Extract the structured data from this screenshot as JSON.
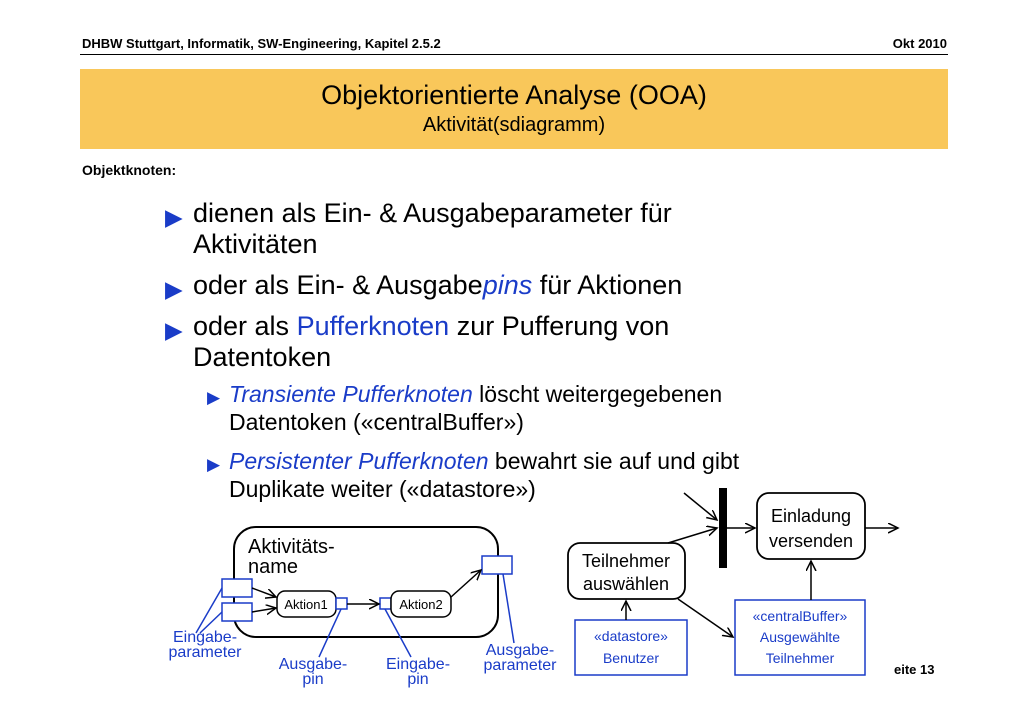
{
  "header": {
    "left": "DHBW Stuttgart, Informatik, SW-Engineering, Kapitel 2.5.2",
    "right": "Okt 2010"
  },
  "title": {
    "main": "Objektorientierte Analyse (OOA)",
    "sub": "Aktivität(sdiagramm)"
  },
  "section_label": "Objektknoten:",
  "bullets": [
    {
      "line1": "dienen als Ein- & Ausgabeparameter für",
      "line2": "Aktivitäten"
    },
    {
      "pre": "oder als Ein- & Ausgabe",
      "em": "pins",
      "post": " für Aktionen"
    },
    {
      "pre": "oder als ",
      "em": "Pufferknoten",
      "post": " zur Pufferung von",
      "line2": "Datentoken"
    }
  ],
  "subbullets": [
    {
      "em": "Transiente Pufferknoten",
      "post": " löscht weitergegebenen",
      "line2": "Datentoken («centralBuffer»)"
    },
    {
      "em": "Persistenter Pufferknoten",
      "post": " bewahrt sie auf und gibt",
      "line2": "Duplikate weiter («datastore»)"
    }
  ],
  "diagram_left": {
    "activity_name_line1": "Aktivitäts-",
    "activity_name_line2": "name",
    "action1": "Aktion1",
    "action2": "Aktion2",
    "input_param_line1": "Eingabe-",
    "input_param_line2": "parameter",
    "output_pin_line1": "Ausgabe-",
    "output_pin_line2": "pin",
    "input_pin_line1": "Eingabe-",
    "input_pin_line2": "pin",
    "output_param_line1": "Ausgabe-",
    "output_param_line2": "parameter"
  },
  "diagram_right": {
    "select_line1": "Teilnehmer",
    "select_line2": "auswählen",
    "invite_line1": "Einladung",
    "invite_line2": "versenden",
    "datastore_stereo": "«datastore»",
    "datastore_name": "Benutzer",
    "buffer_stereo": "«centralBuffer»",
    "buffer_line1": "Ausgewählte",
    "buffer_line2": "Teilnehmer"
  },
  "page_number": "eite 13",
  "colors": {
    "title_band": "#f9c75a",
    "accent_blue": "#1a3cc8"
  }
}
